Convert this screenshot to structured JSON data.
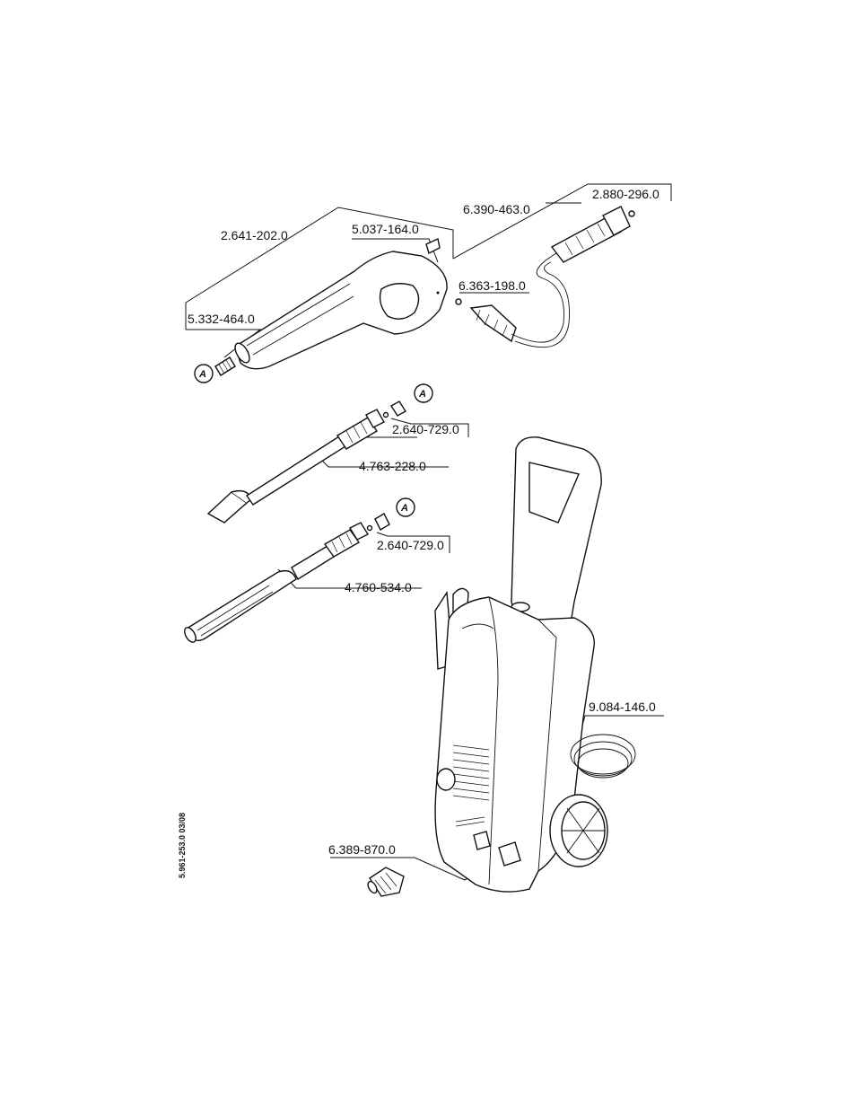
{
  "doc_code": "5.961-253.0  03/08",
  "callout_letter": "A",
  "parts": {
    "p1": "2.641-202.0",
    "p2": "5.037-164.0",
    "p3": "6.390-463.0",
    "p4": "2.880-296.0",
    "p5": "6.363-198.0",
    "p6": "5.332-464.0",
    "p7": "2.640-729.0",
    "p8": "4.763-228.0",
    "p9": "2.640-729.0",
    "p10": "4.760-534.0",
    "p11": "9.084-146.0",
    "p12": "6.389-870.0"
  }
}
